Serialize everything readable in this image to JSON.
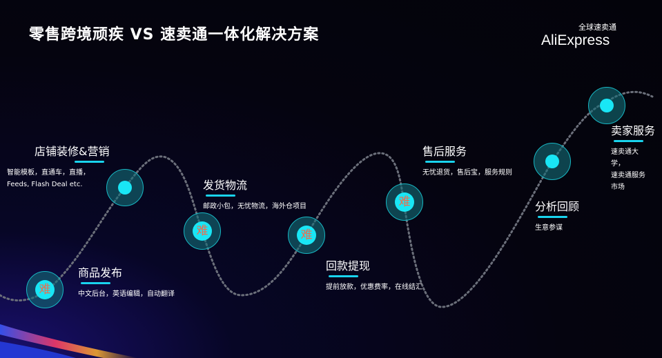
{
  "title": "零售跨境顽疾 VS 速卖通一体化解决方案",
  "logo": {
    "cn": "全球速卖通",
    "en": "AliExpress"
  },
  "colors": {
    "accent": "#19e6f5",
    "hard": "#f06a4a",
    "background": "#05040f"
  },
  "hard_mark": "难",
  "stages": [
    {
      "title": "商品发布",
      "desc": [
        "中文后台，英语编辑，自动翻译"
      ],
      "hard": true
    },
    {
      "title": "店铺装修&营销",
      "desc": [
        "智能模板，直通车，直播，",
        "Feeds, Flash Deal etc."
      ],
      "hard": false
    },
    {
      "title": "发货物流",
      "desc": [
        "邮政小包，无忧物流，海外仓项目"
      ],
      "hard": true
    },
    {
      "title": "回款提现",
      "desc": [
        "提前放款，优惠费率，在线结汇"
      ],
      "hard": true
    },
    {
      "title": "售后服务",
      "desc": [
        "无忧退货，售后宝，服务规则"
      ],
      "hard": true
    },
    {
      "title": "分析回顾",
      "desc": [
        "生意参谋"
      ],
      "hard": false
    },
    {
      "title": "卖家服务",
      "desc": [
        "速卖通大",
        "学，",
        "速卖通服务",
        "市场"
      ],
      "hard": false
    }
  ]
}
